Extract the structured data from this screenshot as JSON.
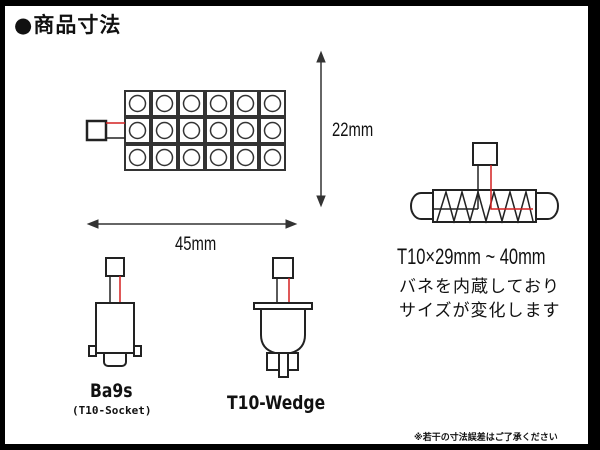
{
  "title": "●商品寸法",
  "dimensions": {
    "height": "22mm",
    "width": "45mm"
  },
  "led_panel": {
    "rows": 3,
    "cols": 6,
    "wire_colors": {
      "positive": "#d42020",
      "negative": "#111111"
    }
  },
  "adapters": [
    {
      "name": "Ba9s",
      "subtitle": "(T10-Socket)"
    },
    {
      "name": "T10-Wedge"
    }
  ],
  "festoon": {
    "size_label": "T10×29mm ~ 40mm",
    "description_line1": "バネを内蔵しており",
    "description_line2": "サイズが変化します"
  },
  "footnote": "※若干の寸法誤差はご了承ください"
}
